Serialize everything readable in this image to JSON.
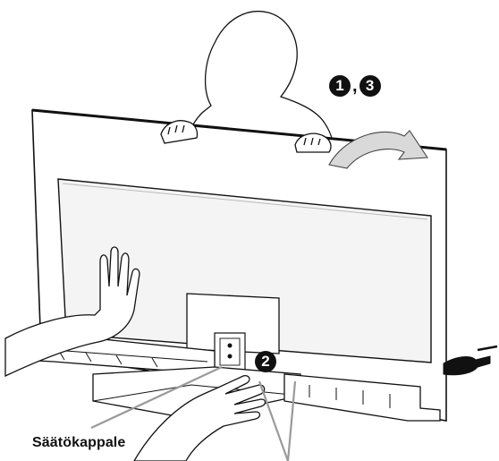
{
  "steps": {
    "first": "1",
    "separator": ",",
    "third": "3",
    "second": "2"
  },
  "callouts": {
    "adjuster_label": "Säätökappale"
  },
  "colors": {
    "outline": "#111111",
    "screen_fill": "#f4f4f4",
    "bezel_fill": "#ffffff",
    "leader_line": "#9a9a9a",
    "arrow_fill": "#d9d9d9",
    "screwdriver": "#111111"
  },
  "icons": {
    "badge_style": "black-circle-white-numeral",
    "screwdriver": "screwdriver-icon"
  }
}
